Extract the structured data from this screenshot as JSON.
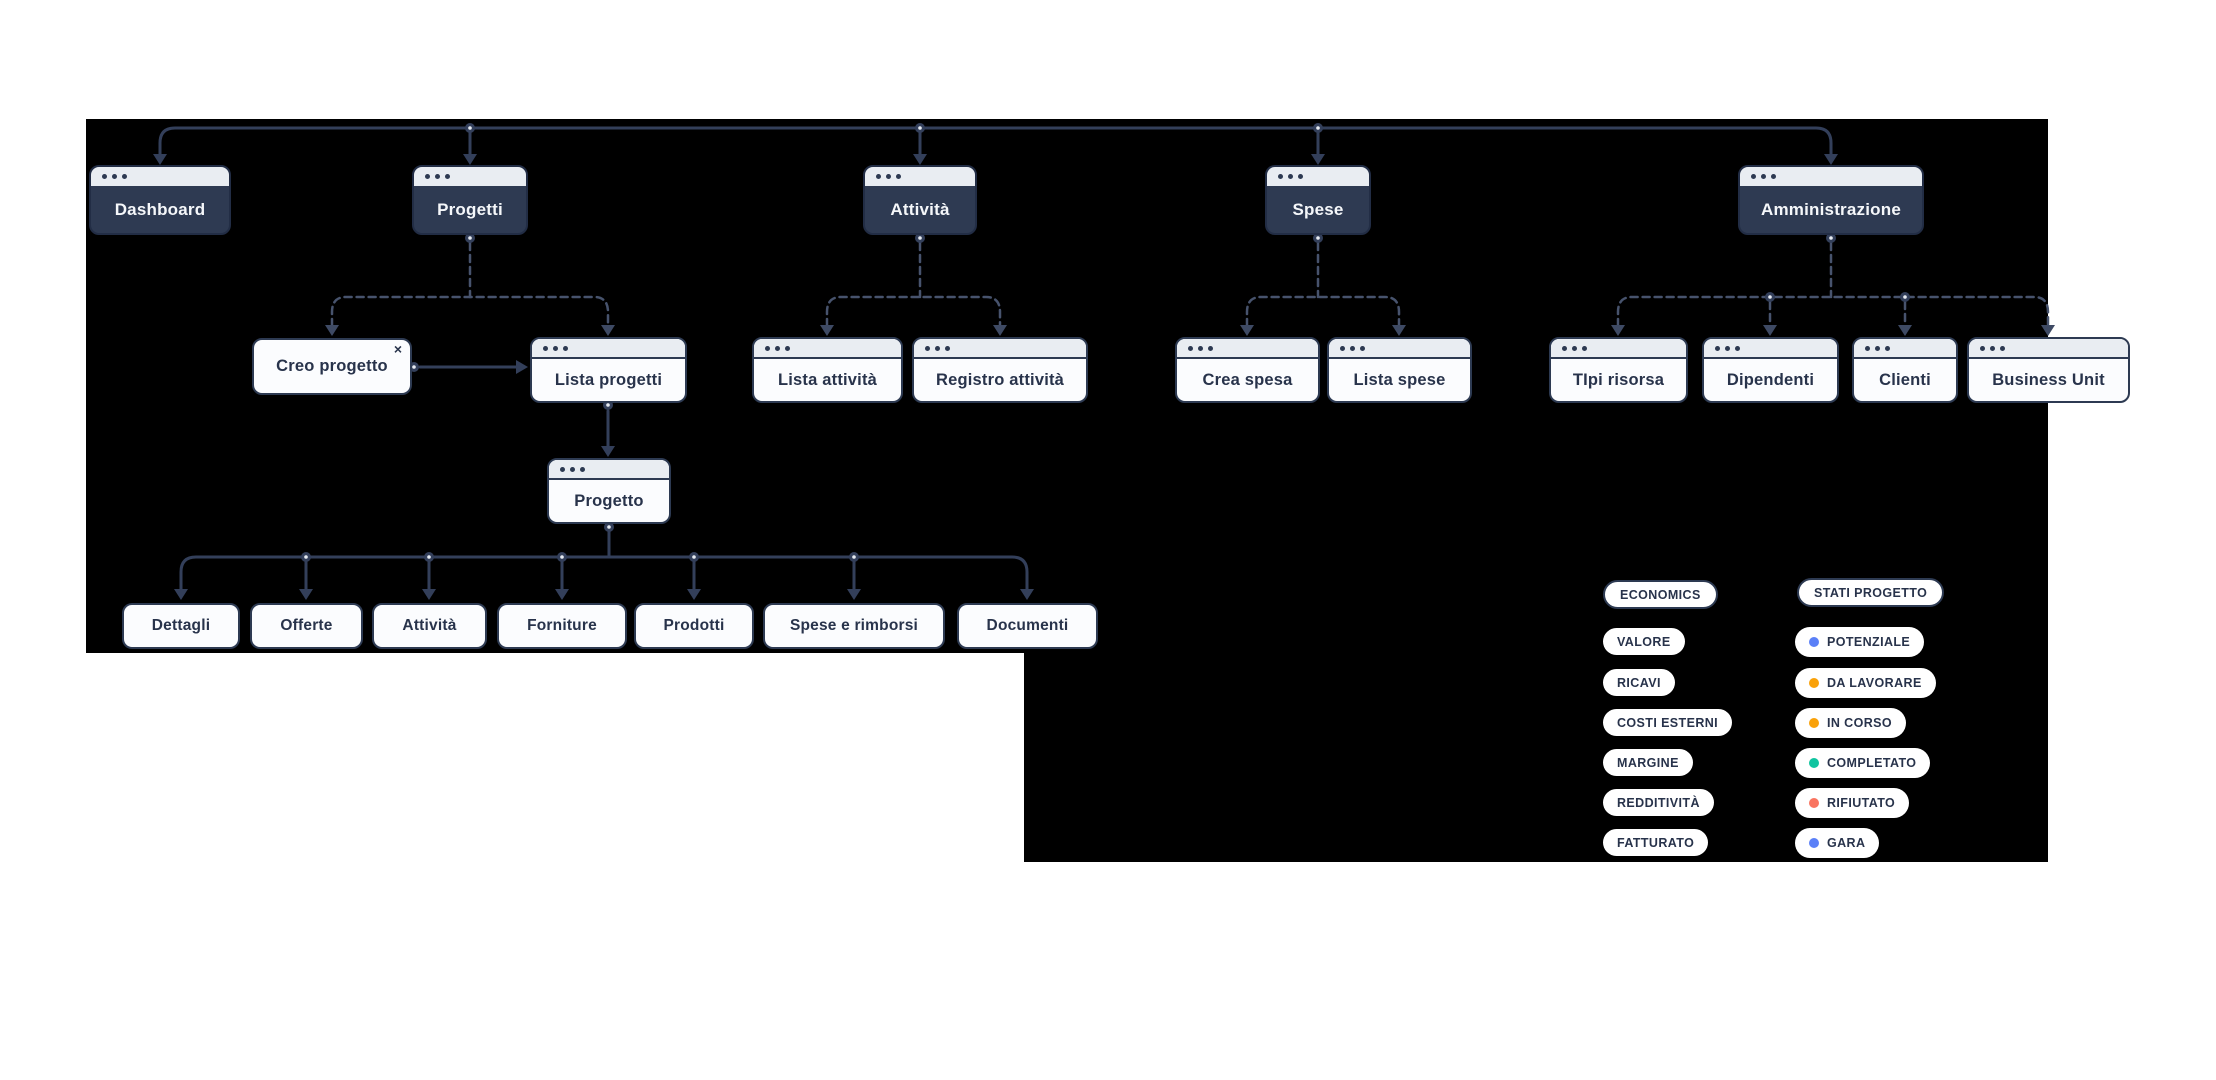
{
  "app": {
    "description": "Sitemap flow diagram on black canvas"
  },
  "nodes": {
    "dashboard": "Dashboard",
    "progetti": "Progetti",
    "attivita": "Attività",
    "spese": "Spese",
    "amministrazione": "Amministrazione",
    "creo_progetto": "Creo progetto",
    "lista_progetti": "Lista progetti",
    "lista_attivita": "Lista attività",
    "registro_attivita": "Registro attività",
    "crea_spesa": "Crea spesa",
    "lista_spese": "Lista spese",
    "tipi_risorsa": "TIpi risorsa",
    "dipendenti": "Dipendenti",
    "clienti": "Clienti",
    "business_unit": "Business Unit",
    "progetto": "Progetto",
    "dettagli": "Dettagli",
    "offerte": "Offerte",
    "attivita_tab": "Attività",
    "forniture": "Forniture",
    "prodotti": "Prodotti",
    "spese_rimborsi": "Spese e rimborsi",
    "documenti": "Documenti"
  },
  "icons": {
    "close_glyph": "×"
  },
  "legend_economics": {
    "title": "ECONOMICS",
    "items": [
      "VALORE",
      "RICAVI",
      "COSTI ESTERNI",
      "MARGINE",
      "REDDITIVITÀ",
      "FATTURATO"
    ]
  },
  "legend_stati": {
    "title": "STATI PROGETTO",
    "items": [
      {
        "label": "POTENZIALE",
        "color": "#5b80f7"
      },
      {
        "label": "DA LAVORARE",
        "color": "#f9a109"
      },
      {
        "label": "IN CORSO",
        "color": "#f9a109"
      },
      {
        "label": "COMPLETATO",
        "color": "#10c4a0"
      },
      {
        "label": "RIFIUTATO",
        "color": "#f97460"
      },
      {
        "label": "GARA",
        "color": "#5b80f7"
      }
    ]
  },
  "colors": {
    "canvas": "#000000",
    "node_dark_body": "#2e3a52",
    "node_light_body": "#fbfcfe",
    "window_header": "#e9edf2",
    "solid_line": "#333f5a",
    "dashed_line": "#47536d",
    "text_dark": "#28334b",
    "text_light": "#f5f7fa"
  }
}
